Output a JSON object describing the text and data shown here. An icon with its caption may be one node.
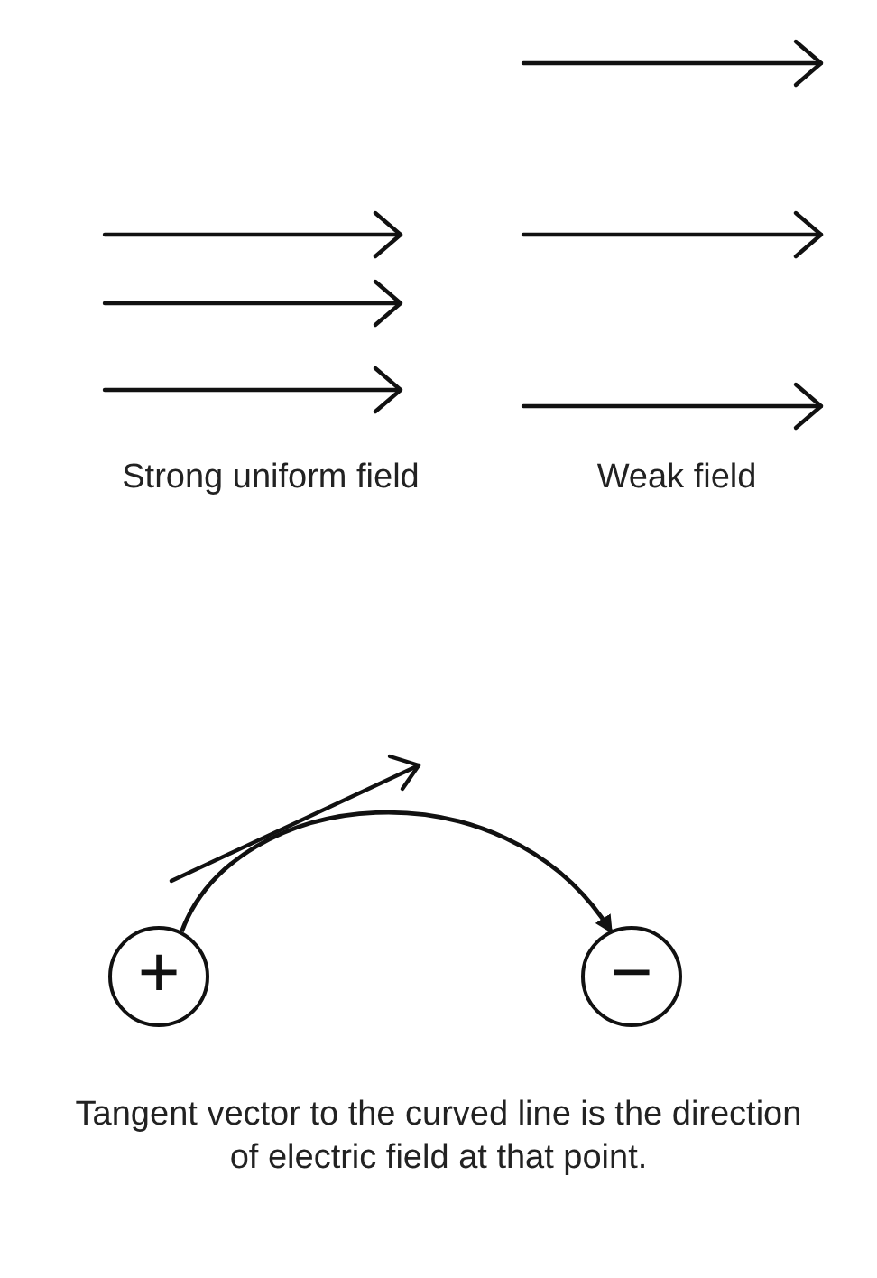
{
  "diagram": {
    "nodes": [
      {
        "text": [
          "+"
        ]
      },
      {
        "text": [
          "−"
        ]
      }
    ],
    "edges": [
      {
        "from": 0,
        "to": 1,
        "arrow": "to"
      }
    ],
    "labels": [
      "Strong uniform field",
      "Weak field",
      "Tangent vector to the curved line is the direction of electric field at that point."
    ]
  }
}
